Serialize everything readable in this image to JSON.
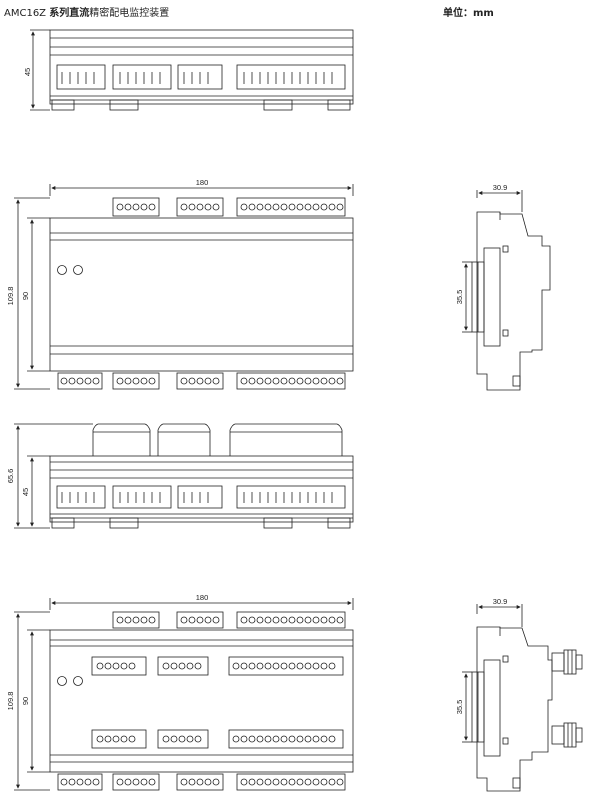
{
  "header": {
    "model": "AMC16Z ",
    "series_bold": "系列直流",
    "name": "精密配电监控装置",
    "unit_label": "单位：mm"
  },
  "dimensions": {
    "top1_height": "45",
    "front1_width": "180",
    "front1_height_outer": "109.8",
    "front1_height_inner": "90",
    "side1_width": "30.9",
    "side1_rail": "35.5",
    "top2_height_outer": "65.6",
    "top2_height_inner": "45",
    "front2_width": "180",
    "front2_height_outer": "109.8",
    "front2_height_inner": "90",
    "side2_width": "30.9",
    "side2_rail": "35.5"
  },
  "colors": {
    "line": "#222222",
    "fill": "#ffffff"
  }
}
